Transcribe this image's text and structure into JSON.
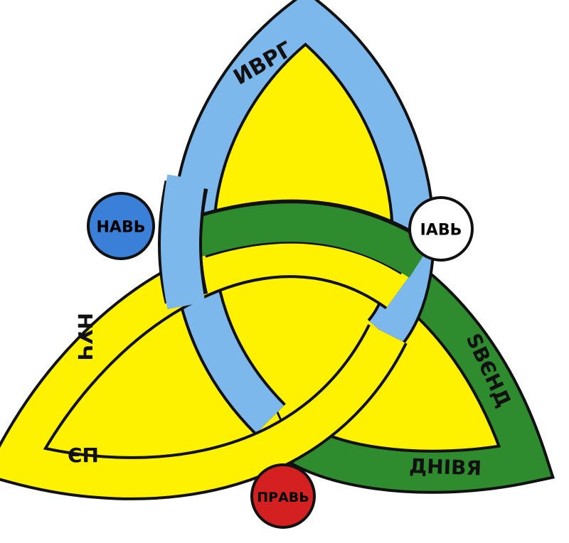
{
  "colors": {
    "blue_band": "#7db8ec",
    "green_band": "#2e8b2e",
    "yellow": "#fff200",
    "nav_circle": "#3a7fd8",
    "yav_circle": "#ffffff",
    "prav_circle": "#d42020",
    "outline": "#111111"
  },
  "circles": {
    "nav": "НАВЬ",
    "yav": "ІАВЬ",
    "prav": "ПРАВЬ"
  },
  "bands": {
    "blue_runes": "ИВРГ",
    "green_runes_side": "ЅВЄНД",
    "green_runes_bottom": "ДНІВЯ",
    "yellow_runes_side": "НУЧ",
    "yellow_runes_bottom": "ЄП"
  }
}
